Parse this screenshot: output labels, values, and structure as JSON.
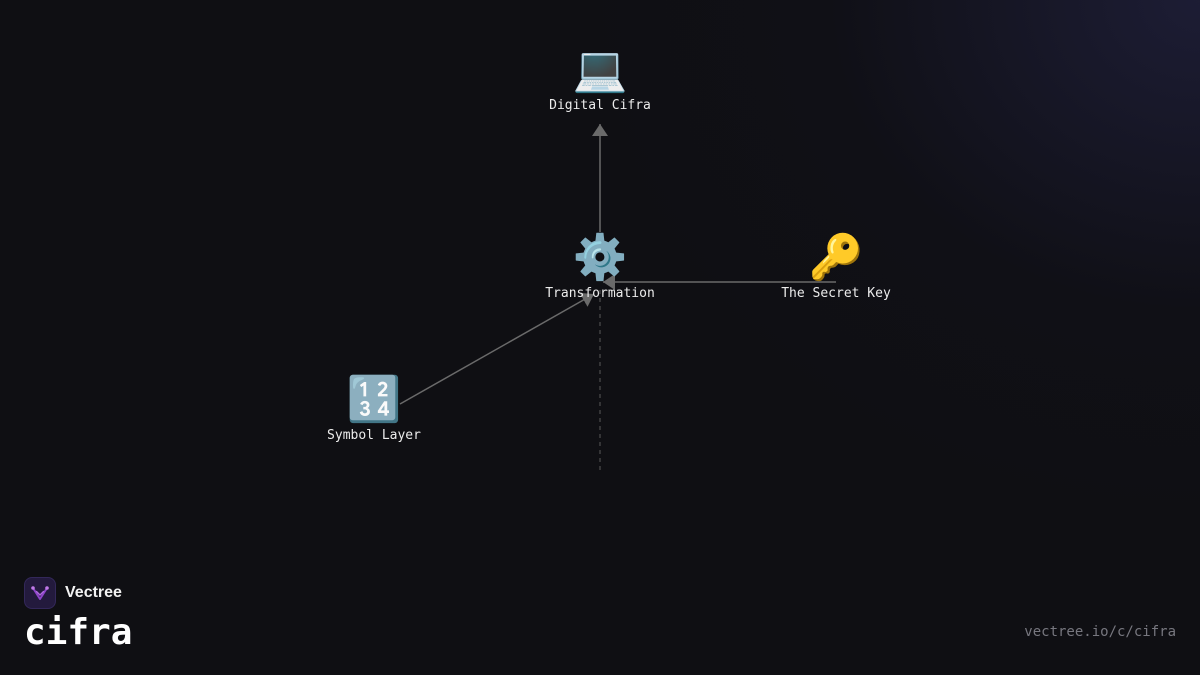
{
  "nodes": [
    {
      "id": "digital-cifra",
      "label": "Digital Cifra",
      "icon": "laptop-icon",
      "glyph": "💻"
    },
    {
      "id": "transformation",
      "label": "Transformation",
      "icon": "gear-icon",
      "glyph": "⚙️"
    },
    {
      "id": "secret-key",
      "label": "The Secret Key",
      "icon": "key-icon",
      "glyph": "🔑"
    },
    {
      "id": "symbol-layer",
      "label": "Symbol Layer",
      "icon": "numbers-icon",
      "glyph": "🔢"
    }
  ],
  "edges": [
    {
      "from": "transformation",
      "to": "digital-cifra",
      "style": "solid"
    },
    {
      "from": "secret-key",
      "to": "transformation",
      "style": "solid"
    },
    {
      "from": "symbol-layer",
      "to": "transformation",
      "style": "solid"
    },
    {
      "from": "transformation",
      "to": "",
      "style": "dashed"
    }
  ],
  "brand": {
    "name": "Vectree",
    "product": "cifra",
    "logo_icon": "vectree-logo-icon"
  },
  "footer": {
    "url": "vectree.io/c/cifra"
  },
  "colors": {
    "background": "#0f0f13",
    "edge": "#6a6a6a",
    "label": "#ececec",
    "accent": "#9b59d0"
  }
}
